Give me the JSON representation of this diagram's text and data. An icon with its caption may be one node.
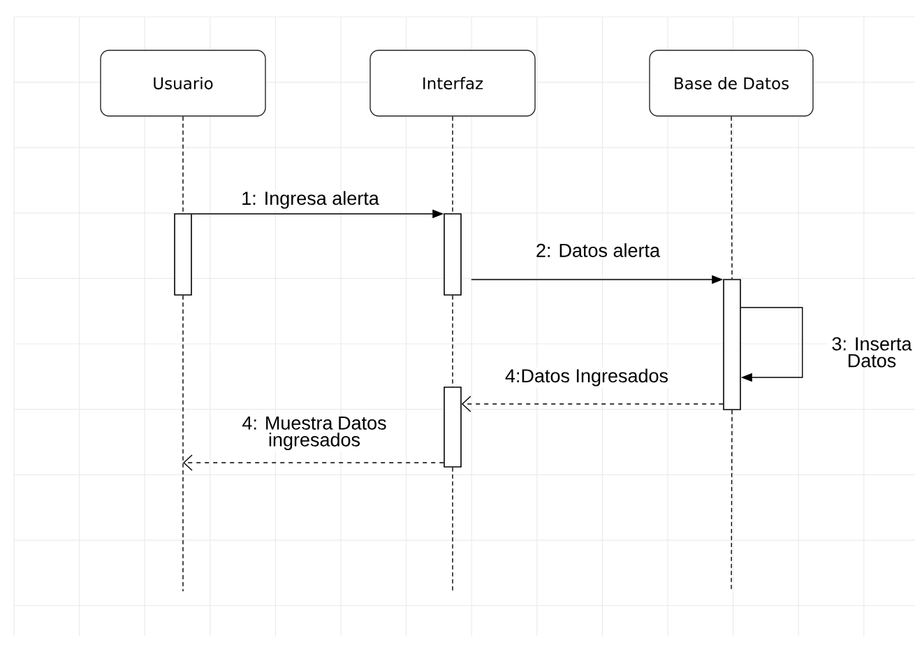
{
  "diagram": {
    "nodes": [
      {
        "text": [
          "Usuario"
        ]
      },
      {
        "text": [
          "Interfaz"
        ]
      },
      {
        "text": [
          "Base de Datos"
        ]
      },
      {
        "text": [],
        "shape": "bar"
      },
      {
        "text": [],
        "shape": "bar"
      },
      {
        "text": [],
        "shape": "bar"
      },
      {
        "text": [],
        "shape": "bar"
      }
    ],
    "edges": [
      {
        "from": 0,
        "to": null,
        "arrow": "none",
        "style": "dashed"
      },
      {
        "from": 1,
        "to": null,
        "arrow": "none",
        "style": "dashed"
      },
      {
        "from": 2,
        "to": null,
        "arrow": "none",
        "style": "dashed"
      },
      {
        "from": 3,
        "to": 4,
        "arrow": "to",
        "label": "1: Ingresa alerta"
      },
      {
        "from": 4,
        "to": 5,
        "arrow": "to",
        "label": "2: Datos alerta"
      },
      {
        "from": 5,
        "to": 5,
        "arrow": "to",
        "label": "3: Inserta Datos"
      },
      {
        "from": 5,
        "to": 6,
        "arrow": "to",
        "label": "4:Datos Ingresados",
        "style": "dashed"
      },
      {
        "from": 6,
        "to": null,
        "arrow": "to",
        "label": "4: Muestra Datos ingresados",
        "style": "dashed"
      }
    ]
  }
}
